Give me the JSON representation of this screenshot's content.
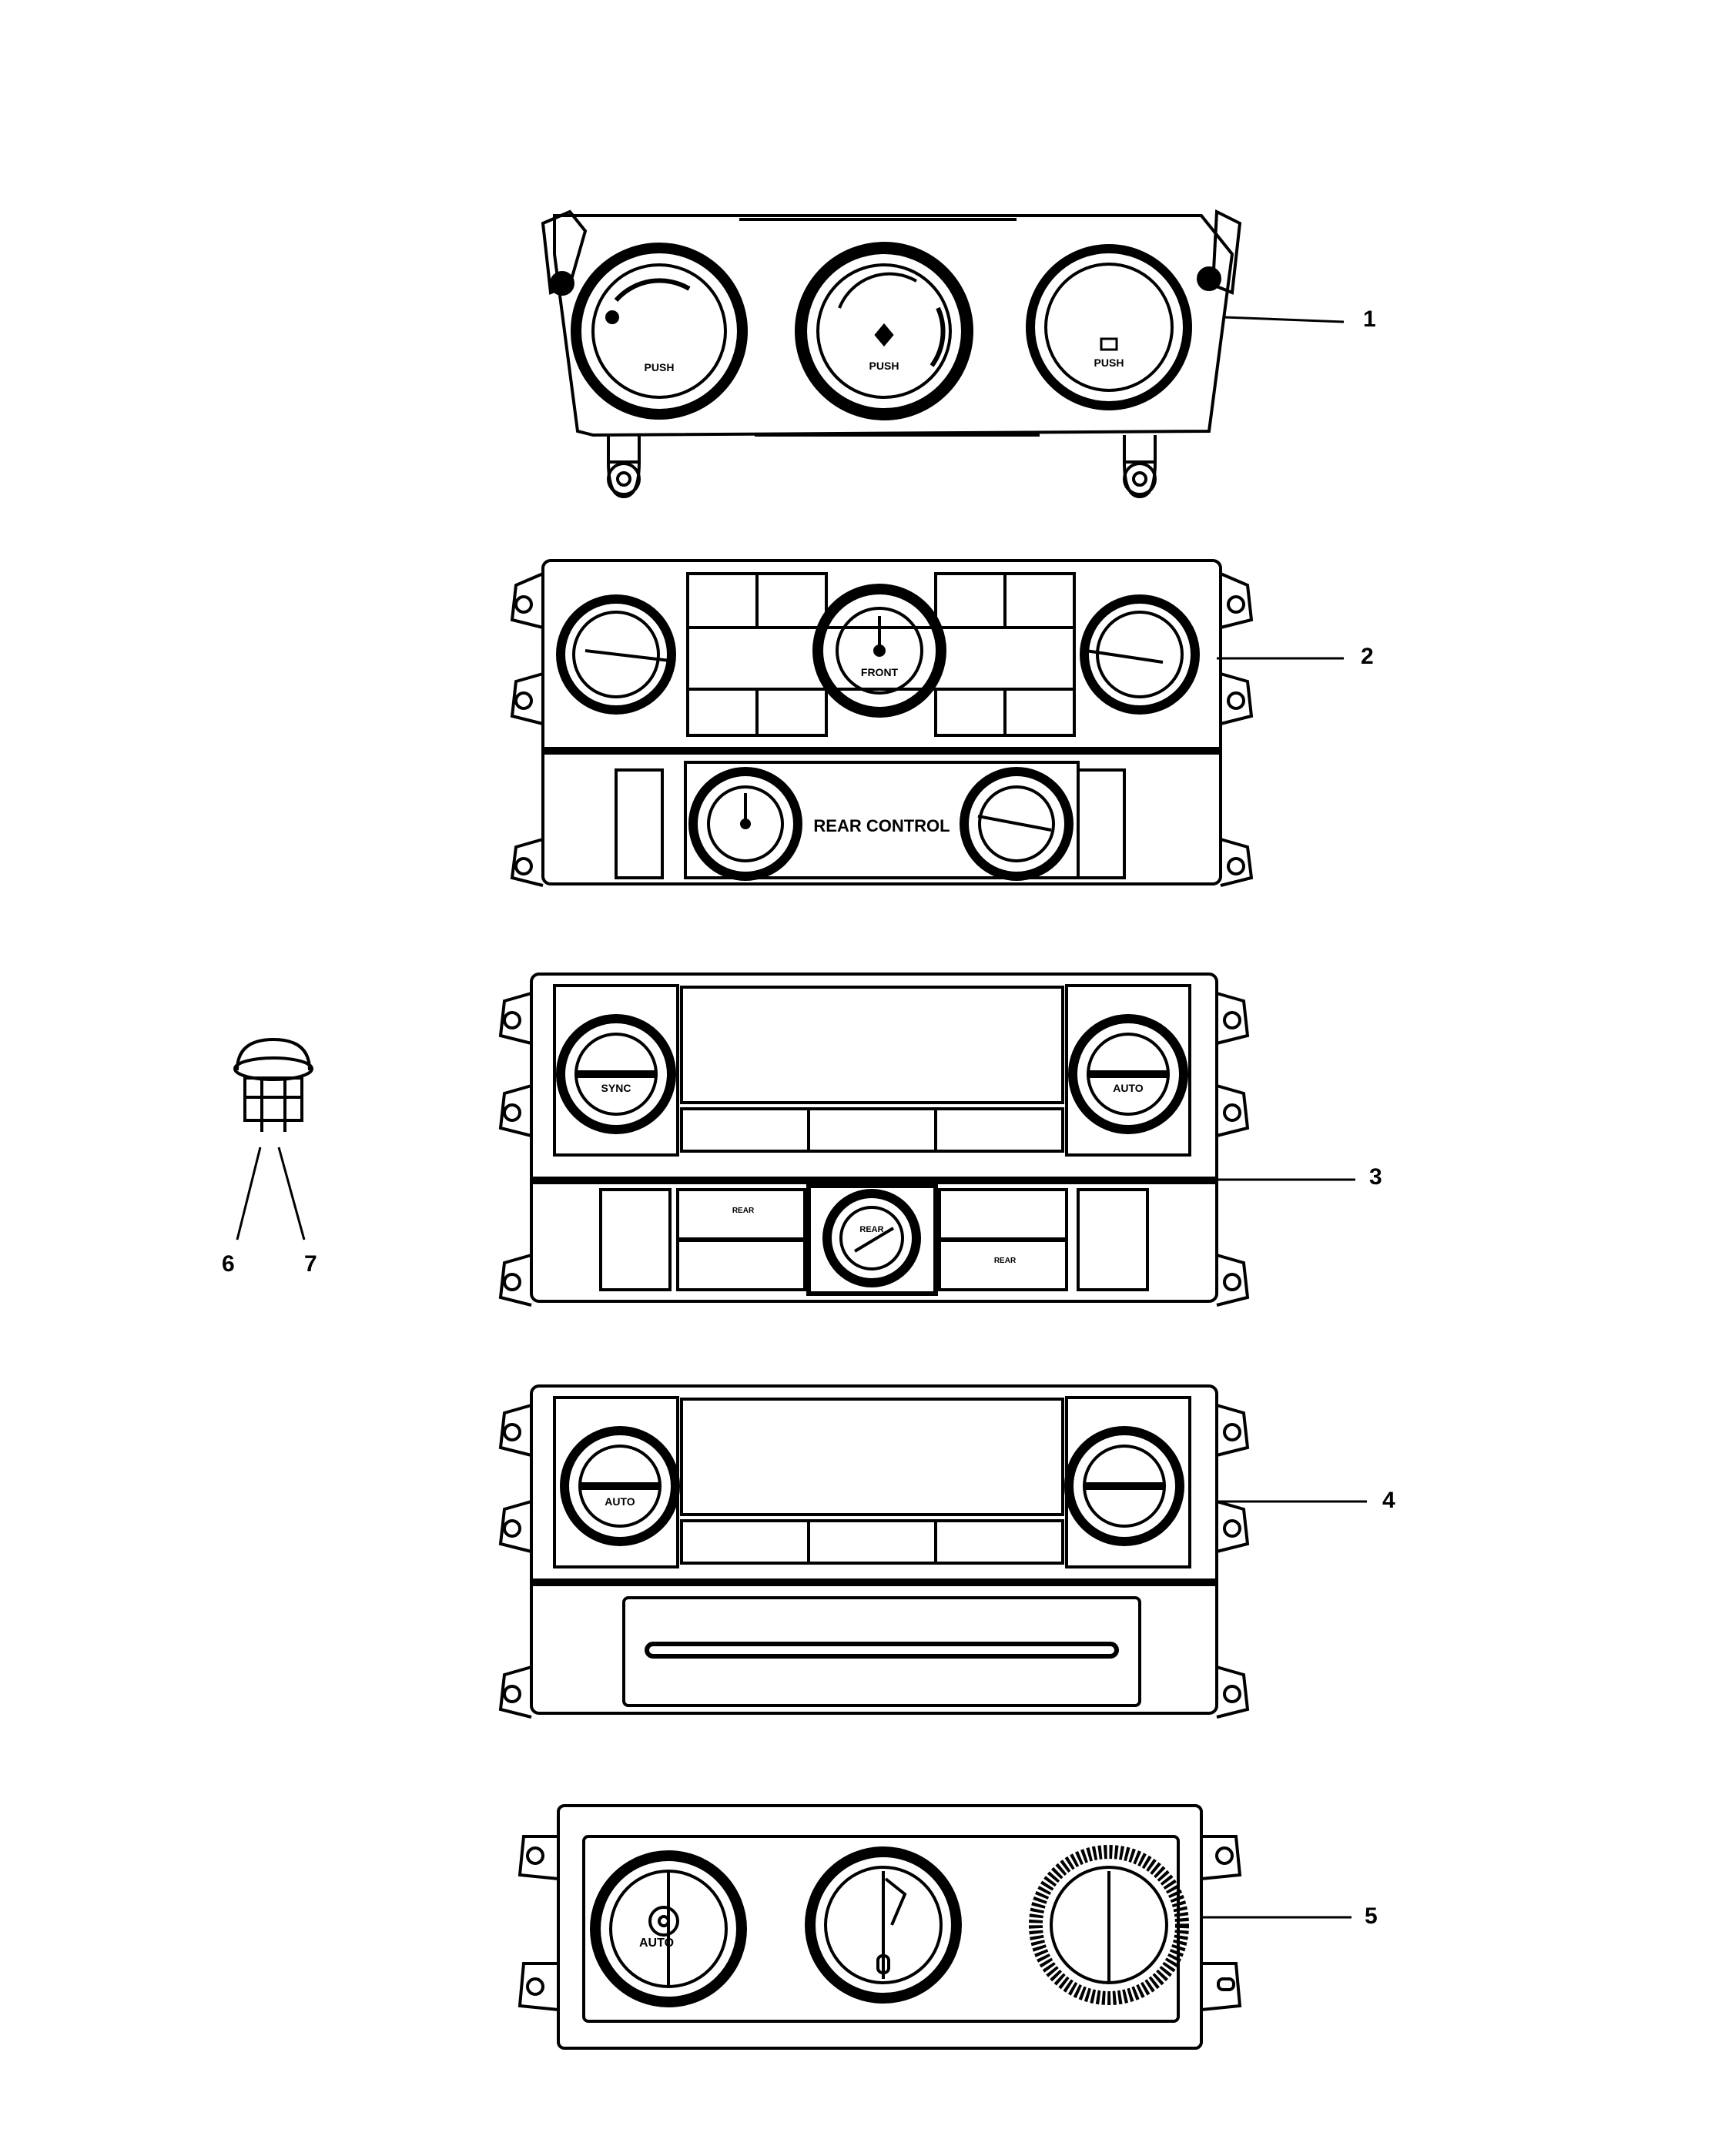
{
  "callouts": [
    "1",
    "2",
    "3",
    "4",
    "5",
    "6",
    "7"
  ],
  "unit1": {
    "knob_left_text": "PUSH",
    "knob_center_text": "PUSH",
    "knob_right_text": "PUSH"
  },
  "unit2": {
    "front_knob_text": "FRONT",
    "rear_control_label": "REAR CONTROL"
  },
  "unit3": {
    "left_knob_text": "SYNC",
    "right_knob_text": "AUTO",
    "rear_knob_text": "REAR",
    "rear_left_label": "REAR",
    "rear_right_label": "REAR"
  },
  "unit4": {
    "left_knob_text": "AUTO"
  },
  "unit5": {
    "left_knob_text": "AUTO"
  },
  "colors": {
    "line": "#000000",
    "fill": "#ffffff",
    "dark": "#111111"
  }
}
